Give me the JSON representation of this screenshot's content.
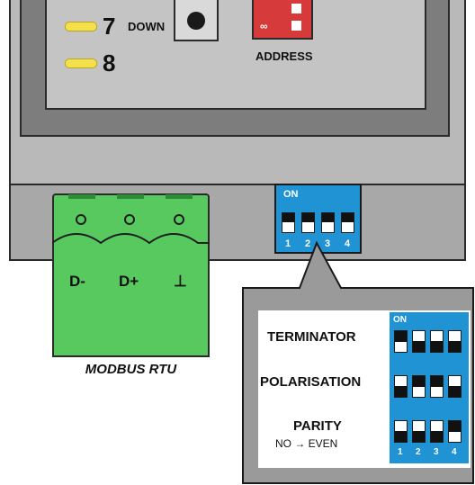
{
  "device": {
    "leds": [
      {
        "number": "7"
      },
      {
        "number": "8"
      }
    ],
    "down_label": "DOWN",
    "address_label": "ADDRESS",
    "address_switch_marks": [
      "∞"
    ]
  },
  "terminal": {
    "pins": [
      "D-",
      "D+",
      "⊥"
    ],
    "caption": "MODBUS RTU"
  },
  "dip_switch": {
    "on_label": "ON",
    "positions": [
      "1",
      "2",
      "3",
      "4"
    ]
  },
  "legend": {
    "rows": [
      {
        "label": "TERMINATOR",
        "sub": "",
        "states": [
          "on",
          "off",
          "off",
          "off"
        ]
      },
      {
        "label": "POLARISATION",
        "sub": "",
        "states": [
          "off",
          "on",
          "on",
          "off"
        ]
      },
      {
        "label": "PARITY",
        "sub": "NO → EVEN",
        "states": [
          "off",
          "off",
          "off",
          "on"
        ]
      }
    ]
  },
  "colors": {
    "led": "#f3e04a",
    "address_switch": "#d63a3a",
    "terminal": "#57c95f",
    "dip_blue": "#1f93d4",
    "case": "#b9b9b9"
  }
}
